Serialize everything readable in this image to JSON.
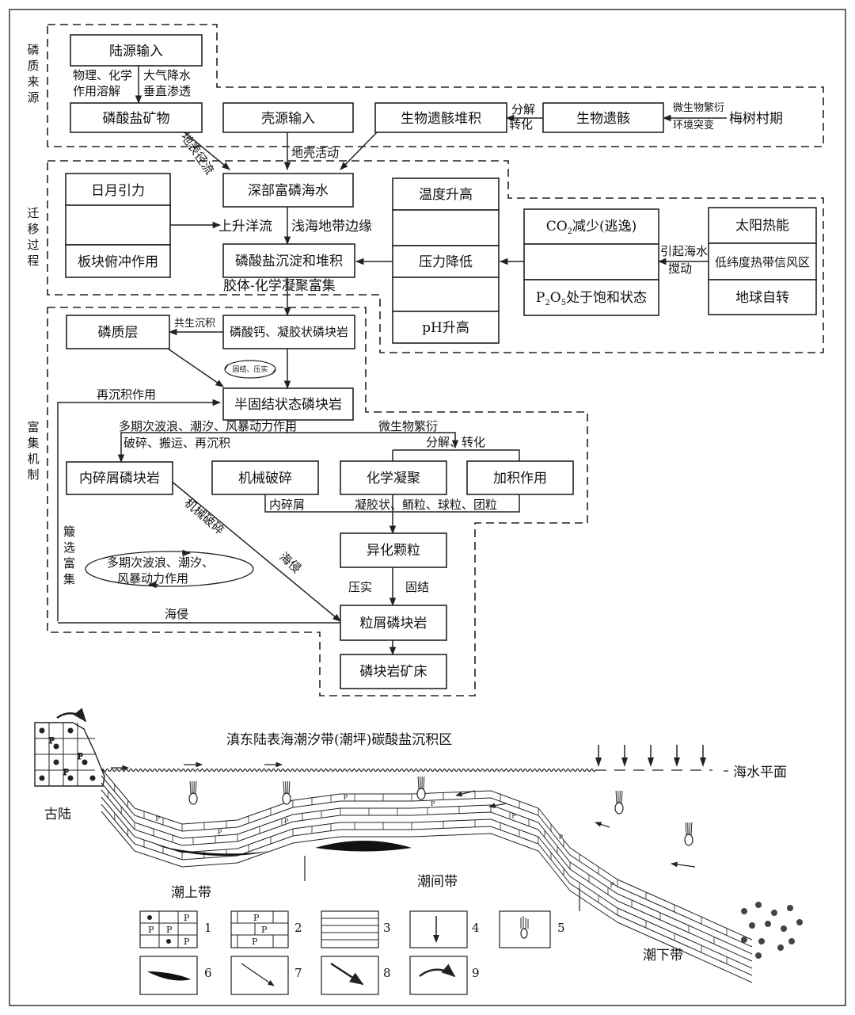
{
  "sections": {
    "source": "磷质来源",
    "migration": "迁移过程",
    "enrichment": "富集机制"
  },
  "boxes": {
    "land_input": "陆源输入",
    "phosphate_mineral": "磷酸盐矿物",
    "shell_input": "壳源输入",
    "bio_accum": "生物遗骸堆积",
    "bio_remains": "生物遗骸",
    "sun_moon": "日月引力",
    "plate": "板块俯冲作用",
    "deep_water": "深部富磷海水",
    "deposit": "磷酸盐沉淀和堆积",
    "temp_rise": "温度升高",
    "pressure_drop": "压力降低",
    "ph_rise": "pH升高",
    "co2_a": "CO",
    "co2_sub": "2",
    "co2_b": "减少(逃逸)",
    "p2o5_a": "P",
    "p2o5_s1": "2",
    "p2o5_b": "O",
    "p2o5_s2": "5",
    "p2o5_c": "处于饱和状态",
    "solar": "太阳热能",
    "trade_wind": "低纬度热带信风区",
    "earth_rot": "地球自转",
    "phos_layer": "磷质层",
    "ca_phos": "磷酸钙、凝胶状磷块岩",
    "semi": "半固结状态磷块岩",
    "intraclast": "内碎屑磷块岩",
    "mech_break": "机械破碎",
    "chem_coag": "化学凝聚",
    "accretion": "加积作用",
    "allochem": "异化颗粒",
    "granular": "粒屑磷块岩",
    "deposit_ore": "磷块岩矿床"
  },
  "labels": {
    "phys_chem_1": "物理、化学",
    "phys_chem_2": "作用溶解",
    "rain_1": "大气降水",
    "rain_2": "垂直渗透",
    "decomp_1": "分解",
    "decomp_2": "转化",
    "microbe_1": "微生物繁衍",
    "microbe_2": "环境突变",
    "meishucun": "梅树村期",
    "surface_flow": "地表径流",
    "crust": "地壳活动",
    "upwelling": "上升洋流",
    "shallow": "浅海地带边缘",
    "seawater_1": "引起海水",
    "seawater_2": "搅动",
    "colloid": "胶体-化学凝聚富集",
    "cosed": "共生沉积",
    "consolidate": "固结、压实",
    "resed": "再沉积作用",
    "multi_wave": "多期次波浪、潮汐、风暴动力作用",
    "breaking": "破碎、搬运、再沉积",
    "microbe3": "微生物繁衍",
    "decomp3": "分解、转化",
    "intra_lbl": "内碎屑",
    "gel_lbl": "凝胶状、鲕粒、球粒、团粒",
    "mech_break2": "机械破碎",
    "transgress": "海侵",
    "sieve": "簸选富集",
    "ellipse_1": "多期次波浪、潮汐、",
    "ellipse_2": "风暴动力作用",
    "compact": "压实",
    "cement": "固结",
    "transgress2": "海侵"
  },
  "section_map": {
    "title": "滇东陆表海潮汐带(潮坪)碳酸盐沉积区",
    "sea_level": "海水平面",
    "old_land": "古陆",
    "supratidal": "潮上带",
    "intertidal": "潮间带",
    "subtidal": "潮下带",
    "p_mark": "P"
  },
  "legend": [
    "1",
    "2",
    "3",
    "4",
    "5",
    "6",
    "7",
    "8",
    "9"
  ]
}
